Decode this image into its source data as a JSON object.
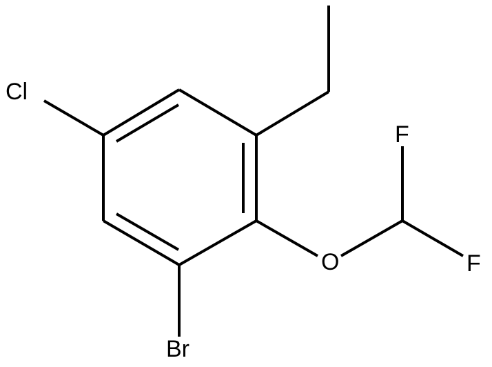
{
  "molecule": {
    "atoms": {
      "cl": "Cl",
      "br": "Br",
      "o": "O",
      "f_top": "F",
      "f_right": "F"
    }
  },
  "colors": {
    "bond": "#000000",
    "label": "#000000",
    "background": "#ffffff"
  }
}
